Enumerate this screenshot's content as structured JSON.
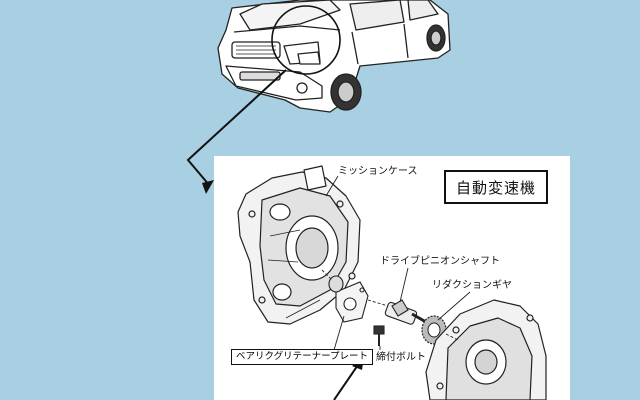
{
  "diagram": {
    "title": "自動変速機",
    "parts": {
      "mission_case": "ミッションケース",
      "drive_pinion_shaft": "ドライブピニオンシャフト",
      "reduction_gear": "リダクションギヤ",
      "bearing_retainer_plate": "ベアリクグリテーナープレート",
      "fastening_bolt": "締付ボルト"
    }
  }
}
